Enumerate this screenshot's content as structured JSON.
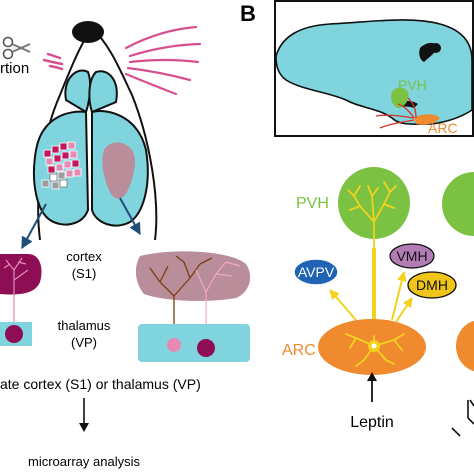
{
  "panel_b": {
    "letter": "B",
    "brain": {
      "pvh_label": "PVH",
      "arc_label": "ARC"
    },
    "diagram": {
      "pvh_label": "PVH",
      "avpv_label": "AVPV",
      "vmh_label": "VMH",
      "dmh_label": "DMH",
      "arc_label": "ARC",
      "leptin_label": "Leptin"
    }
  },
  "panel_a": {
    "lesion_label": "rtion",
    "cortex_label": "cortex",
    "cortex_sub_label": "(S1)",
    "thalamus_label": "thalamus",
    "thalamus_sub_label": "(VP)",
    "isolate_label": "ate cortex (S1) or thalamus (VP)",
    "analysis_label": "microarray analysis"
  },
  "colors": {
    "brain_teal": "#7fd4de",
    "barrel_magenta": "#c2185b",
    "barrel_pink": "#e58bb3",
    "barrel_gray": "#9e9e9e",
    "mauve": "#b98d9a",
    "pvh_green": "#7bc142",
    "avpv_blue": "#1f63b5",
    "vmh_purple": "#b27cb4",
    "dmh_yellow": "#f0c419",
    "arc_orange": "#ef8a2f",
    "neuron_yellow": "#f2d21c",
    "thalamus_dark": "#8e0e55",
    "whisker_pink": "#d6508f",
    "arrow_blue": "#1f4e79",
    "vessel_red": "#d1342a"
  },
  "icons": [
    "scissors-icon",
    "arrow-down-icon"
  ]
}
